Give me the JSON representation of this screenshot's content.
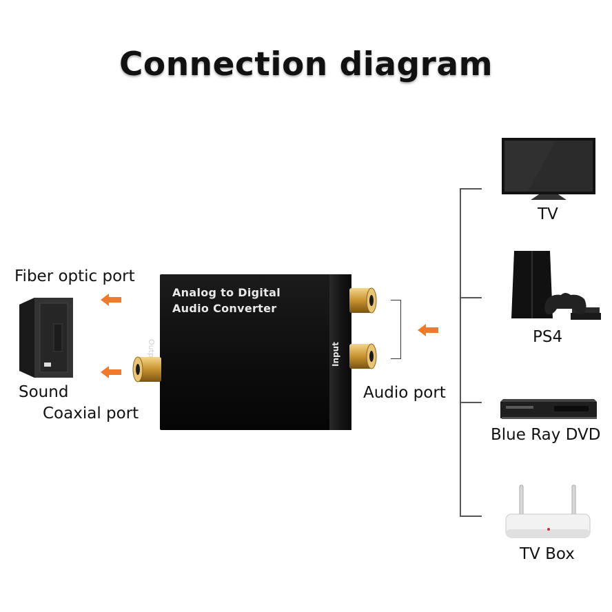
{
  "title": "Connection diagram",
  "converter": {
    "line1": "Analog to Digital",
    "line2": "Audio Converter",
    "output_label": "Output",
    "input_label": "Input"
  },
  "labels": {
    "fiber": "Fiber optic port",
    "sound": "Sound",
    "coaxial": "Coaxial port",
    "audio": "Audio port"
  },
  "devices": [
    "TV",
    "PS4",
    "Blue Ray DVD",
    "TV Box"
  ],
  "colors": {
    "arrow": "#f07a2a",
    "gold": "#d9a441"
  }
}
